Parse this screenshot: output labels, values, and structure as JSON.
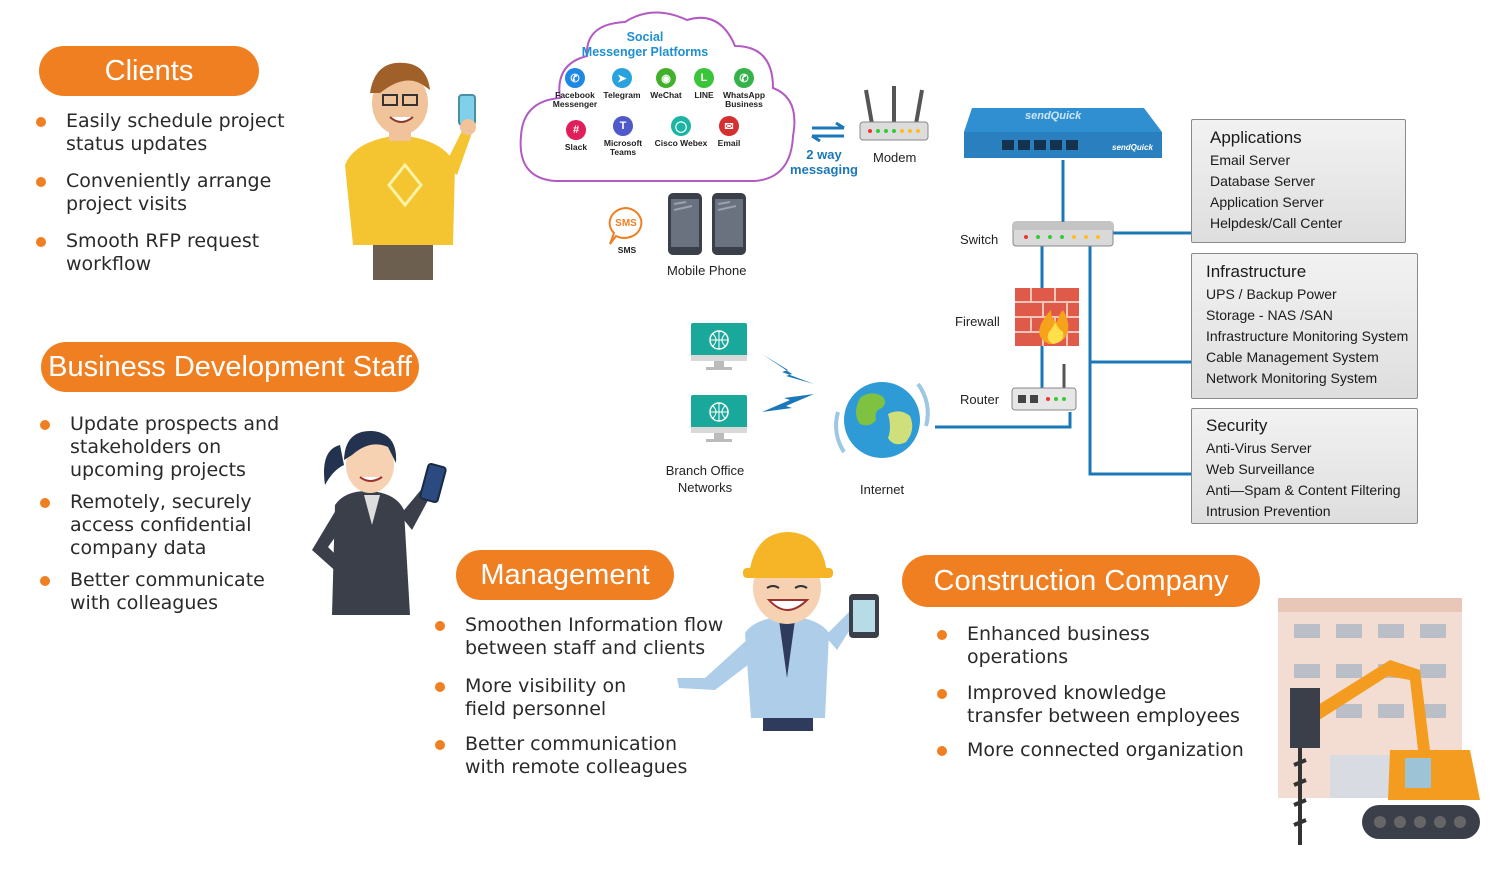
{
  "clients": {
    "title": "Clients",
    "bullets": [
      "Easily schedule project\nstatus updates",
      "Conveniently arrange\nproject visits",
      "Smooth RFP request\nworkflow"
    ]
  },
  "bds": {
    "title": "Business Development Staff",
    "bullets": [
      "Update prospects and\nstakeholders on\nupcoming projects",
      "Remotely, securely\naccess confidential\ncompany data",
      "Better communicate\nwith colleagues"
    ]
  },
  "management": {
    "title": "Management",
    "bullets": [
      "Smoothen Information flow\nbetween staff and clients",
      "More visibility on\nfield personnel",
      "Better communication\nwith remote colleagues"
    ]
  },
  "construction": {
    "title": "Construction Company",
    "bullets": [
      "Enhanced business\noperations",
      "Improved knowledge\ntransfer between employees",
      "More connected organization"
    ]
  },
  "cloud": {
    "title_line1": "Social",
    "title_line2": "Messenger Platforms",
    "apps": [
      {
        "name": "Facebook\nMessenger",
        "icon": "messenger-icon",
        "color": "#1e88e5",
        "glyph": "✆"
      },
      {
        "name": "Telegram",
        "icon": "telegram-icon",
        "color": "#2aa3dd",
        "glyph": "➤"
      },
      {
        "name": "WeChat",
        "icon": "wechat-icon",
        "color": "#43b02a",
        "glyph": "◉"
      },
      {
        "name": "LINE",
        "icon": "line-icon",
        "color": "#3ac43a",
        "glyph": "L"
      },
      {
        "name": "WhatsApp\nBusiness",
        "icon": "whatsapp-icon",
        "color": "#36b24a",
        "glyph": "✆"
      },
      {
        "name": "Slack",
        "icon": "slack-icon",
        "color": "#e01e5a",
        "glyph": "#"
      },
      {
        "name": "Microsoft\nTeams",
        "icon": "teams-icon",
        "color": "#5059c9",
        "glyph": "T"
      },
      {
        "name": "Cisco Webex",
        "icon": "webex-icon",
        "color": "#1cb5a3",
        "glyph": "◯"
      },
      {
        "name": "Email",
        "icon": "email-icon",
        "color": "#d62f2f",
        "glyph": "✉"
      }
    ]
  },
  "network": {
    "two_way_line1": "2 way",
    "two_way_line2": "messaging",
    "modem": "Modem",
    "switch": "Switch",
    "firewall": "Firewall",
    "router": "Router",
    "internet": "Internet",
    "branch_line1": "Branch Office",
    "branch_line2": "Networks",
    "sms": "SMS",
    "sms_badge": "SMS",
    "mobile_phone": "Mobile Phone",
    "device_brand": "sendQuick"
  },
  "boxes": {
    "applications": {
      "title": "Applications",
      "items": [
        "Email Server",
        "Database Server",
        "Application Server",
        "Helpdesk/Call Center"
      ]
    },
    "infrastructure": {
      "title": "Infrastructure",
      "items": [
        "UPS / Backup Power",
        "Storage - NAS /SAN",
        "Infrastructure Monitoring System",
        "Cable Management System",
        "Network Monitoring System"
      ]
    },
    "security": {
      "title": "Security",
      "items": [
        "Anti-Virus Server",
        "Web Surveillance",
        "Anti—Spam & Content Filtering",
        "Intrusion Prevention"
      ]
    }
  },
  "colors": {
    "accent": "#f07f22",
    "line": "#1b78b8",
    "cloud_title": "#1f8fd0"
  }
}
